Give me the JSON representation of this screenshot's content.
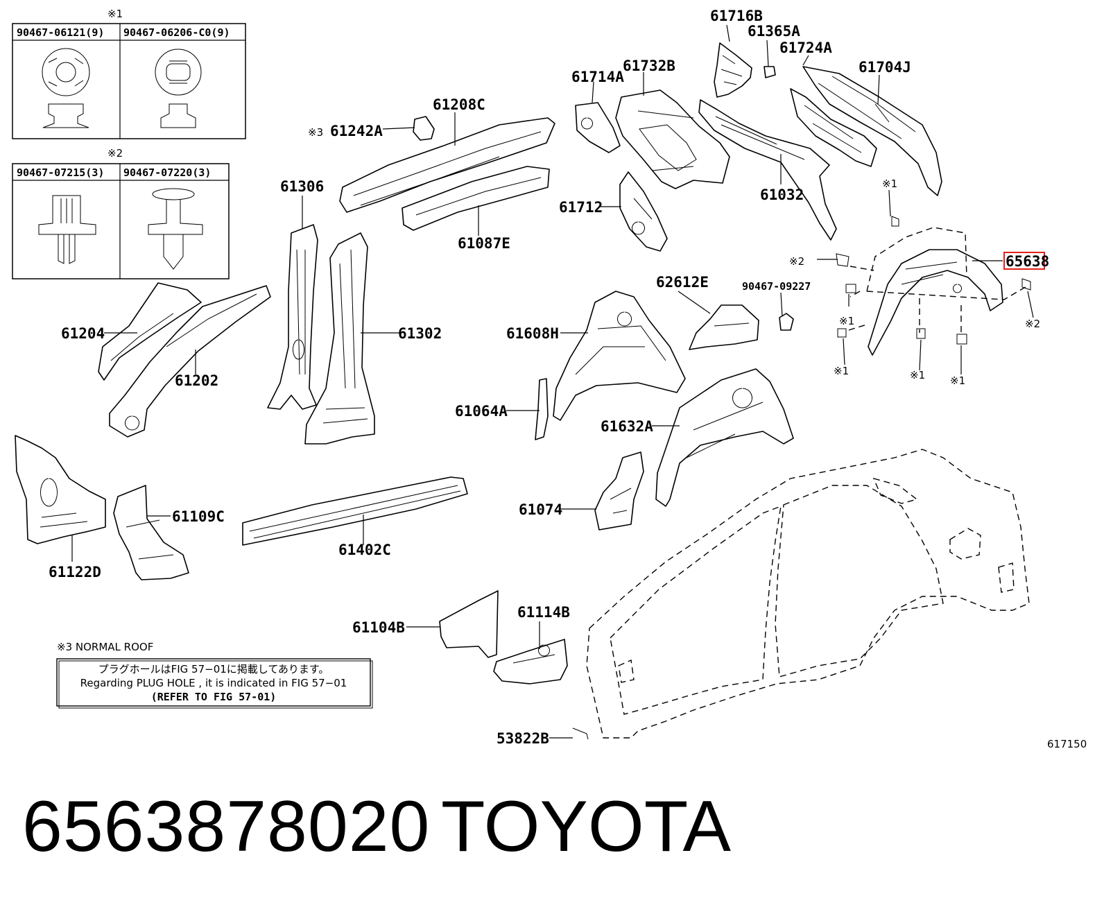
{
  "clip_tables": [
    {
      "mark": "※1",
      "headers": [
        "90467-06121(9)",
        "90467-06206-C0(9)"
      ]
    },
    {
      "mark": "※2",
      "headers": [
        "90467-07215(3)",
        "90467-07220(3)"
      ]
    }
  ],
  "callouts": {
    "p61716B": "61716B",
    "p61365A": "61365A",
    "p61724A": "61724A",
    "p61704J": "61704J",
    "p61714A": "61714A",
    "p61732B": "61732B",
    "p61208C": "61208C",
    "p61242A": "61242A",
    "p61032": "61032",
    "p61712": "61712",
    "p61087E": "61087E",
    "p61306": "61306",
    "p65638": "65638",
    "p62612E": "62612E",
    "p90467_09227": "90467-09227",
    "p61204": "61204",
    "p61302": "61302",
    "p61608H": "61608H",
    "p61202": "61202",
    "p61064A": "61064A",
    "p61632A": "61632A",
    "p61109C": "61109C",
    "p61074": "61074",
    "p61122D": "61122D",
    "p61402C": "61402C",
    "p61104B": "61104B",
    "p61114B": "61114B",
    "p53822B": "53822B"
  },
  "marks": {
    "m1": "※1",
    "m2": "※2",
    "m3": "※3"
  },
  "note": {
    "title": "※3 NORMAL ROOF",
    "line_jp": "プラグホールはFIG 57−01に掲載してあります。",
    "line_en": "Regarding  PLUG  HOLE , it is indicated in FIG  57−01",
    "line_ref": "(REFER TO FIG 57-01)"
  },
  "figure_number": "617150",
  "part_number": "6563878020",
  "brand": "TOYOTA",
  "highlight_color": "#e0201c"
}
